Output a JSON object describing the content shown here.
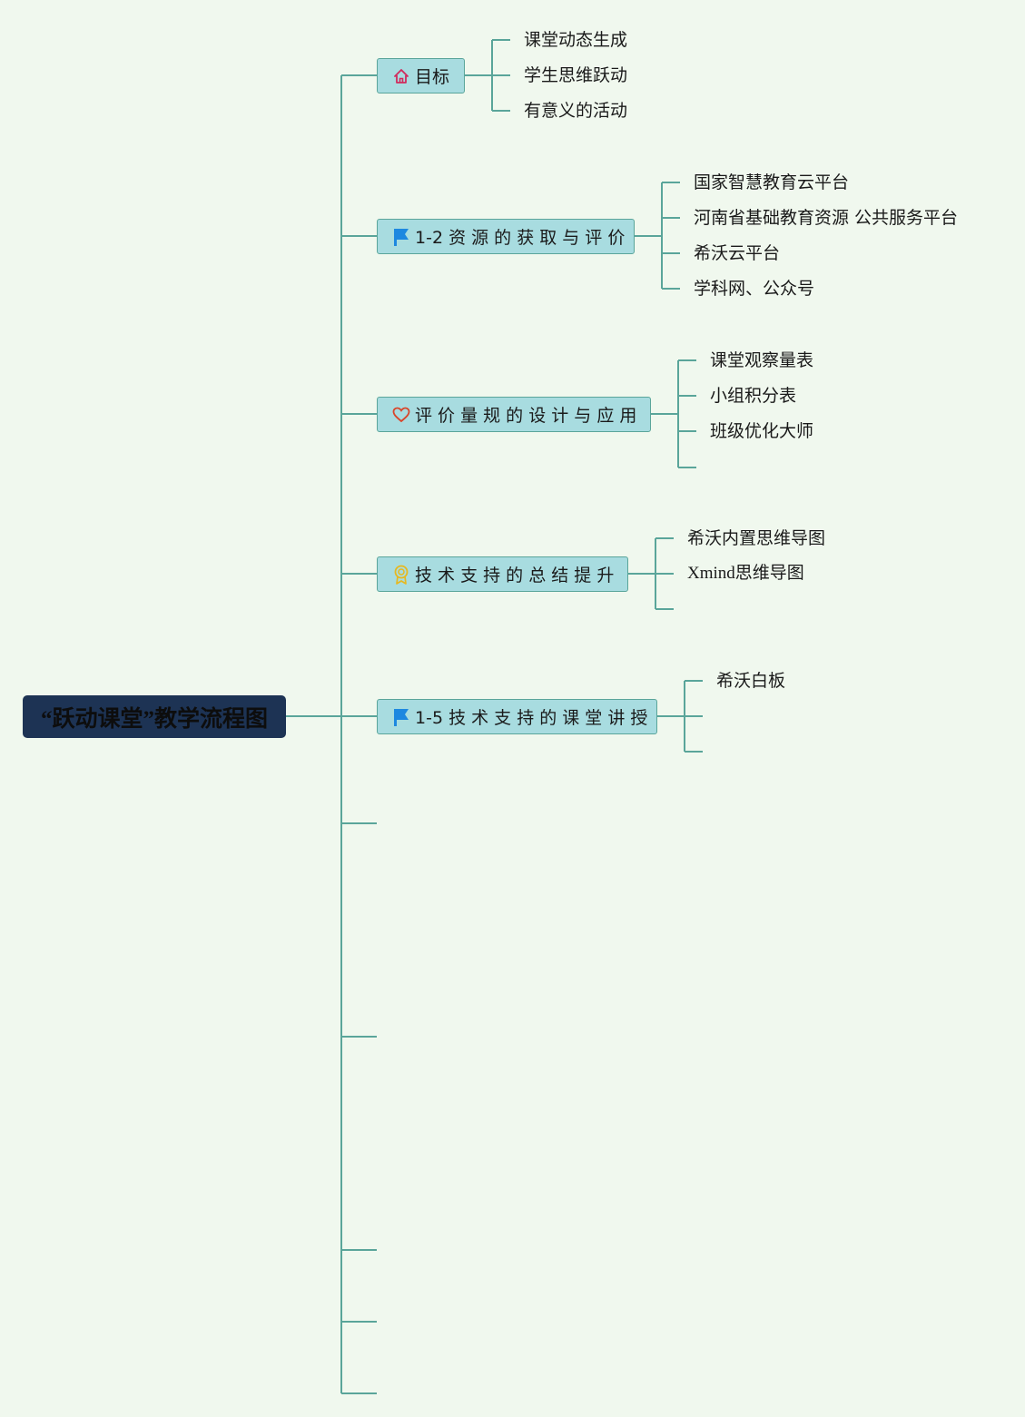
{
  "root": {
    "label": "“跃动课堂”教学流程图"
  },
  "colors": {
    "background": "#f0f8ee",
    "connector": "#5aa59a",
    "branch_fill": "#a8dce0",
    "root_fill": "#1d3354"
  },
  "branches": [
    {
      "label": "目标",
      "icon": "house-icon",
      "children": [
        "课堂动态生成",
        "学生思维跃动",
        "有意义的活动"
      ]
    },
    {
      "label": "1-2 资 源 的 获 取 与 评 价",
      "icon": "flag-icon",
      "children": [
        "国家智慧教育云平台",
        "河南省基础教育资源 公共服务平台",
        "希沃云平台",
        "学科网、公众号"
      ]
    },
    {
      "label": "评 价 量 规 的 设 计 与 应 用",
      "icon": "heart-icon",
      "children": [
        "课堂观察量表",
        "小组积分表",
        "班级优化大师",
        ""
      ]
    },
    {
      "label": "技 术 支 持 的 总 结 提 升",
      "icon": "award-icon",
      "children": [
        "希沃内置思维导图",
        "Xmind思维导图",
        ""
      ]
    },
    {
      "label": "1-5 技 术 支 持 的 课 堂 讲 授",
      "icon": "flag-icon",
      "children": [
        "希沃白板",
        "",
        ""
      ]
    }
  ]
}
